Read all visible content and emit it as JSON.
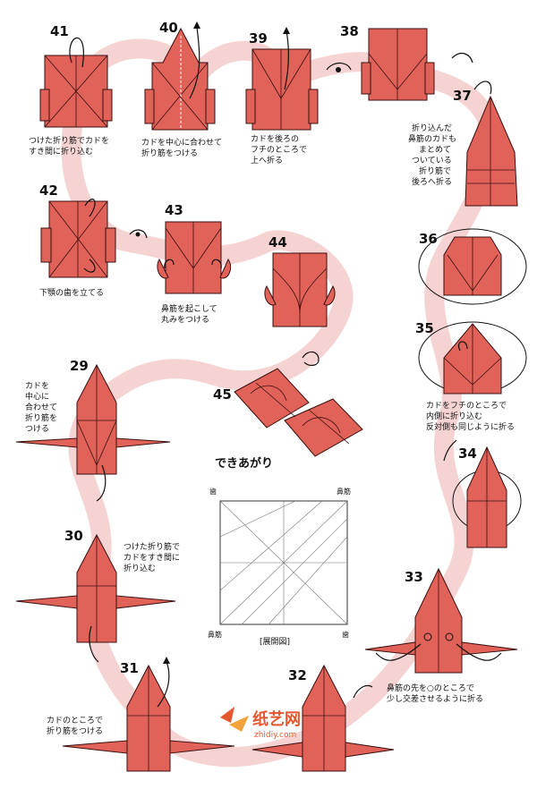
{
  "steps": [
    {
      "number": "41",
      "caption": [
        "つけた折り筋でカドを",
        "すき間に折り込む"
      ]
    },
    {
      "number": "40",
      "caption": [
        "カドを中心に合わせて",
        "折り筋をつける"
      ]
    },
    {
      "number": "39",
      "caption": [
        "カドを後ろの",
        "フチのところで",
        "上へ折る"
      ]
    },
    {
      "number": "38",
      "caption": []
    },
    {
      "number": "37",
      "caption": [
        "折り込んだ",
        "鼻筋のカドも",
        "まとめて",
        "ついている",
        "折り筋で",
        "後ろへ折る"
      ]
    },
    {
      "number": "42",
      "caption": [
        "下顎の歯を立てる"
      ]
    },
    {
      "number": "43",
      "caption": [
        "鼻筋を起こして",
        "丸みをつける"
      ]
    },
    {
      "number": "44",
      "caption": []
    },
    {
      "number": "36",
      "caption": []
    },
    {
      "number": "35",
      "caption": [
        "カドをフチのところで",
        "内側に折り込む",
        "反対側も同じように折る"
      ]
    },
    {
      "number": "45",
      "caption": []
    },
    {
      "number": "29",
      "caption": [
        "カドを",
        "中心に",
        "合わせて",
        "折り筋を",
        "つける"
      ]
    },
    {
      "number": "34",
      "caption": []
    },
    {
      "number": "30",
      "caption": [
        "つけた折り筋で",
        "カドをすき間に",
        "折り込む"
      ]
    },
    {
      "number": "33",
      "caption": [
        "鼻筋の先を○のところで",
        "少し交差させるように折る"
      ]
    },
    {
      "number": "31",
      "caption": [
        "カドのところで",
        "折り筋をつける"
      ]
    },
    {
      "number": "32",
      "caption": []
    }
  ],
  "finished_label": "できあがり",
  "crease_pattern": {
    "title": "[展開図]",
    "corner_top_left": "歯",
    "corner_top_right": "鼻筋",
    "corner_bottom_left": "鼻筋",
    "corner_bottom_right": "歯"
  },
  "watermark": {
    "name": "纸艺网",
    "url": "zhidiy.com"
  },
  "colors": {
    "paper": "#e06258",
    "path": "#f6d3d3",
    "accent": "#e4572e"
  }
}
